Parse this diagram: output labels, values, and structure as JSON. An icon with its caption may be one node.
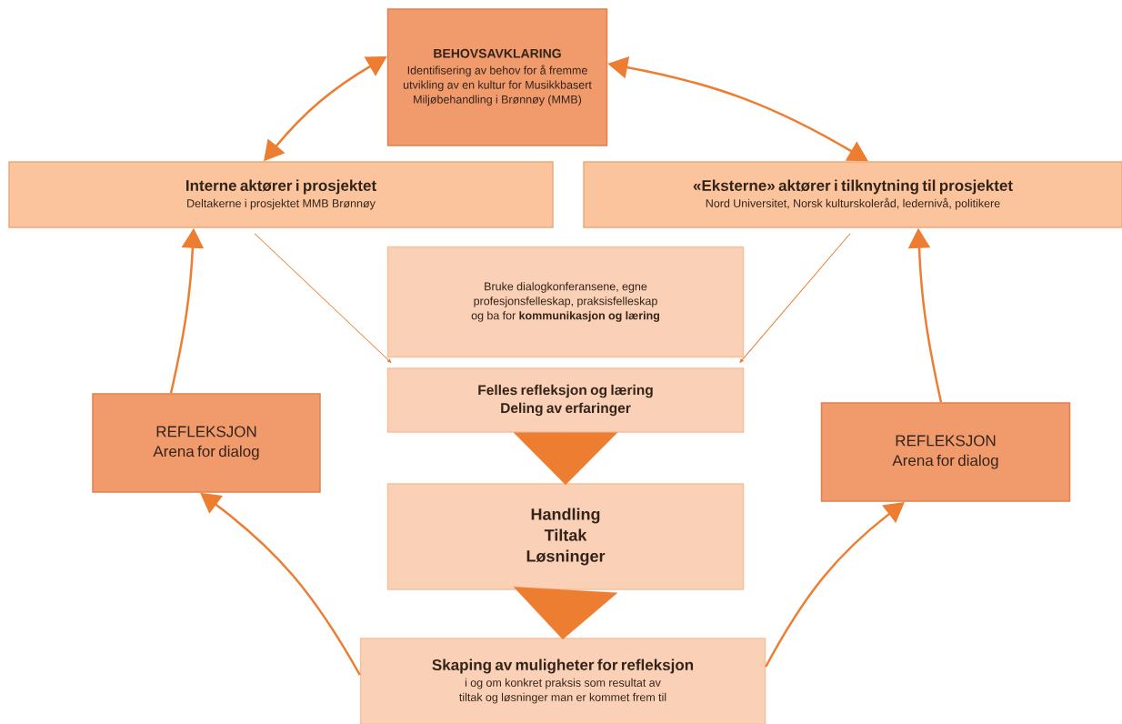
{
  "diagram": {
    "nodes": [
      {
        "text": [
          "BEHOVSAVKLARING",
          "Identifisering av behov for å fremme utvikling av en kultur for Musikkbasert Miljøbehandling i Brønnøy (MMB)"
        ]
      },
      {
        "text": [
          "Interne aktører i prosjektet",
          "Deltakerne i prosjektet MMB Brønnøy"
        ]
      },
      {
        "text": [
          "«Eksterne» aktører i tilknytning til prosjektet",
          "Nord Universitet, Norsk kulturskoleråd, ledernivå, politikere"
        ]
      },
      {
        "text": [
          "Bruke dialogkonferansene, egne profesjonsfelleskap, praksisfelleskap og ba for **kommunikasjon og læring**"
        ]
      },
      {
        "text": [
          "Felles refleksjon og læring Deling av erfaringer"
        ]
      },
      {
        "text": [
          "REFLEKSJON Arena for dialog"
        ]
      },
      {
        "text": [
          "REFLEKSJON Arena for dialog"
        ]
      },
      {
        "text": [
          "Handling Tiltak Løsninger"
        ]
      },
      {
        "text": [
          "Skaping av muligheter for refleksjon",
          "i og om konkret praksis som resultat av tiltak og løsninger man er kommet frem til"
        ]
      }
    ],
    "edges": [
      {
        "from": 0,
        "to": 1,
        "arrow": "both"
      },
      {
        "from": 0,
        "to": 2,
        "arrow": "both"
      },
      {
        "from": 5,
        "to": 1,
        "arrow": "to"
      },
      {
        "from": 8,
        "to": 5,
        "arrow": "to"
      },
      {
        "from": 8,
        "to": 6,
        "arrow": "to"
      },
      {
        "from": 6,
        "to": 2,
        "arrow": "to"
      },
      {
        "from": 1,
        "to": 4,
        "arrow": "to"
      },
      {
        "from": 2,
        "to": 4,
        "arrow": "to"
      },
      {
        "from": 4,
        "to": 7,
        "arrow": "to"
      },
      {
        "from": 7,
        "to": 8,
        "arrow": "to"
      }
    ]
  }
}
